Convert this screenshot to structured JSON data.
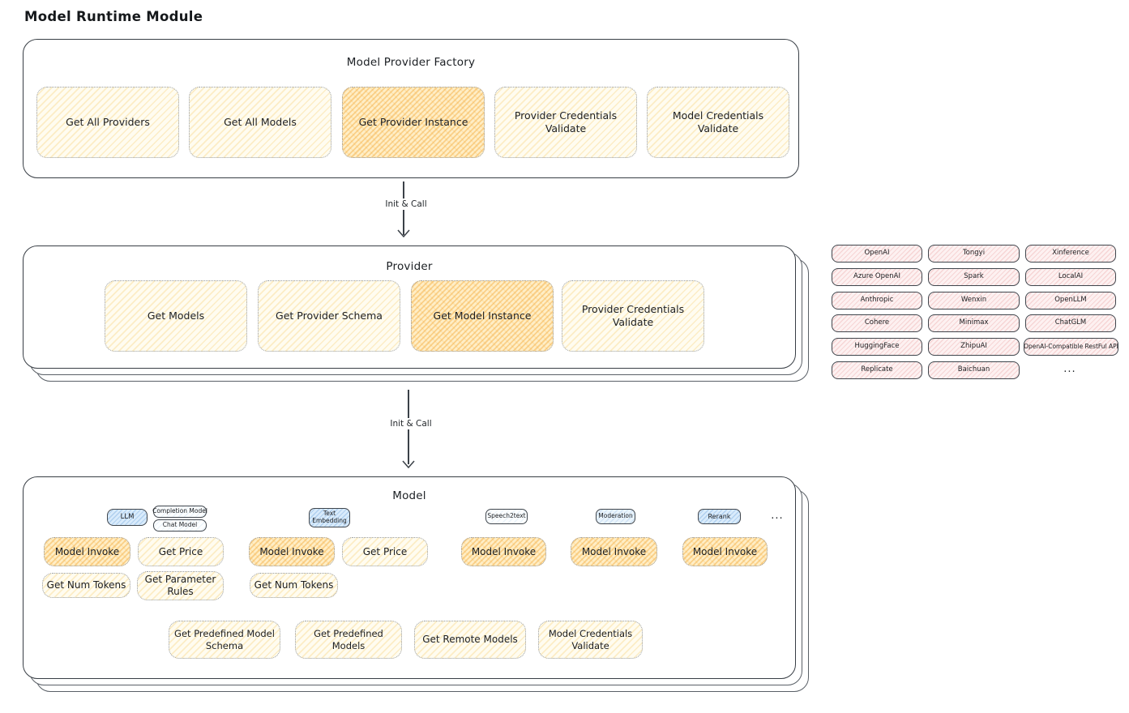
{
  "title": "Model Runtime Module",
  "arrows": {
    "label1": "Init & Call",
    "label2": "Init & Call"
  },
  "factory": {
    "title": "Model Provider Factory",
    "buttons": [
      {
        "label": "Get All Providers",
        "highlighted": false
      },
      {
        "label": "Get All Models",
        "highlighted": false
      },
      {
        "label": "Get Provider Instance",
        "highlighted": true
      },
      {
        "label": "Provider Credentials Validate",
        "highlighted": false
      },
      {
        "label": "Model Credentials Validate",
        "highlighted": false
      }
    ]
  },
  "provider": {
    "title": "Provider",
    "buttons": [
      {
        "label": "Get Models",
        "highlighted": false
      },
      {
        "label": "Get Provider Schema",
        "highlighted": false
      },
      {
        "label": "Get Model Instance",
        "highlighted": true
      },
      {
        "label": "Provider Credentials Validate",
        "highlighted": false
      }
    ]
  },
  "providers_panel": {
    "col1": [
      "OpenAI",
      "Azure OpenAI",
      "Anthropic",
      "Cohere",
      "HuggingFace",
      "Replicate"
    ],
    "col2": [
      "Tongyi",
      "Spark",
      "Wenxin",
      "Minimax",
      "ZhipuAI",
      "Baichuan"
    ],
    "col3": [
      "Xinference",
      "LocalAI",
      "OpenLLM",
      "ChatGLM",
      "OpenAI-Compatible RestFul API"
    ],
    "more": "..."
  },
  "model": {
    "title": "Model",
    "type_badges": [
      {
        "label": "LLM",
        "variant": "blue"
      },
      {
        "label": "Completion Model",
        "variant": "outline"
      },
      {
        "label": "Chat Model",
        "variant": "outline"
      },
      {
        "label": "Text Embedding",
        "variant": "blue"
      },
      {
        "label": "Speech2text",
        "variant": "outline"
      },
      {
        "label": "Moderation",
        "variant": "lightblue"
      },
      {
        "label": "Rerank",
        "variant": "blue"
      }
    ],
    "more": "...",
    "actions": {
      "model_invoke": "Model Invoke",
      "get_price": "Get Price",
      "get_num_tokens": "Get Num Tokens",
      "get_parameter_rules": "Get Parameter Rules",
      "get_predefined_model_schema": "Get Predefined Model Schema",
      "get_predefined_models": "Get Predefined Models",
      "get_remote_models": "Get Remote Models",
      "model_credentials_validate": "Model Credentials Validate"
    }
  },
  "colors": {
    "node_yellow": "#fffcf0",
    "node_orange": "#ffeec6",
    "chip_blue": "#d9ebfb",
    "chip_pink": "#fdf1f1",
    "stroke_dark": "#383e45"
  }
}
